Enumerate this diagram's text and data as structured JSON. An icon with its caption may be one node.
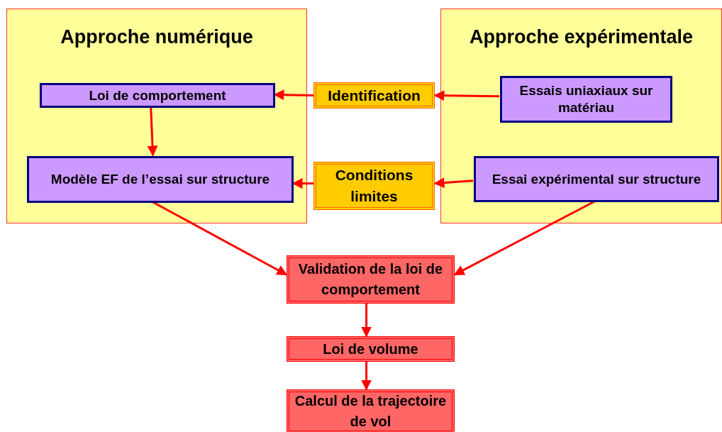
{
  "diagram": {
    "nodes": [
      {
        "text": [
          "Approche numérique"
        ]
      },
      {
        "text": [
          "Loi de comportement"
        ],
        "in": 0
      },
      {
        "text": [
          "Modèle EF de l’essai sur structure"
        ],
        "in": 0
      },
      {
        "text": [
          "Approche expérimentale"
        ]
      },
      {
        "text": [
          "Essais uniaxiaux sur matériau"
        ],
        "in": 3
      },
      {
        "text": [
          "Essai expérimental sur structure"
        ],
        "in": 3
      },
      {
        "text": [
          "Identification"
        ]
      },
      {
        "text": [
          "Conditions limites"
        ]
      },
      {
        "text": [
          "Validation de la loi de comportement"
        ]
      },
      {
        "text": [
          "Loi de volume"
        ]
      },
      {
        "text": [
          "Calcul de la trajectoire de vol"
        ]
      }
    ],
    "edges": [
      {
        "from": 4,
        "to": 6,
        "arrow": "to"
      },
      {
        "from": 6,
        "to": 1,
        "arrow": "to"
      },
      {
        "from": 1,
        "to": 2,
        "arrow": "to"
      },
      {
        "from": 5,
        "to": 7,
        "arrow": "to"
      },
      {
        "from": 7,
        "to": 2,
        "arrow": "to"
      },
      {
        "from": 2,
        "to": 8,
        "arrow": "to"
      },
      {
        "from": 5,
        "to": 8,
        "arrow": "to"
      },
      {
        "from": 8,
        "to": 9,
        "arrow": "to"
      },
      {
        "from": 9,
        "to": 10,
        "arrow": "to"
      }
    ]
  }
}
